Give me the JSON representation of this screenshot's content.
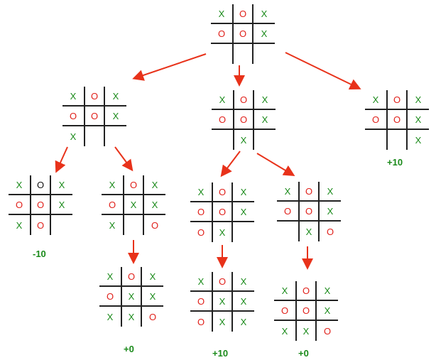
{
  "colors": {
    "x": "#1a8a1a",
    "o": "#e0201a",
    "arrow": "#e8321a",
    "o_black": "#111111"
  },
  "boards": [
    {
      "id": "root",
      "cells": [
        "X",
        "O",
        "X",
        "O",
        "O",
        "X",
        "",
        "",
        ""
      ]
    },
    {
      "id": "l1",
      "cells": [
        "X",
        "O",
        "X",
        "O",
        "O",
        "X",
        "X",
        "",
        ""
      ]
    },
    {
      "id": "m1",
      "cells": [
        "X",
        "O",
        "X",
        "O",
        "O",
        "X",
        "",
        "X",
        ""
      ]
    },
    {
      "id": "r1",
      "cells": [
        "X",
        "O",
        "X",
        "O",
        "O",
        "X",
        "",
        "",
        "X"
      ]
    },
    {
      "id": "l2a",
      "cells": [
        "X",
        "O",
        "X",
        "O",
        "O",
        "X",
        "X",
        "O",
        ""
      ],
      "black_cells": [
        1
      ]
    },
    {
      "id": "l2b",
      "cells": [
        "X",
        "O",
        "X",
        "O",
        "X",
        "X",
        "X",
        "",
        "O"
      ]
    },
    {
      "id": "m2a",
      "cells": [
        "X",
        "O",
        "X",
        "O",
        "O",
        "X",
        "O",
        "X",
        ""
      ]
    },
    {
      "id": "m2b",
      "cells": [
        "X",
        "O",
        "X",
        "O",
        "O",
        "X",
        "",
        "X",
        "O"
      ]
    },
    {
      "id": "l3b",
      "cells": [
        "X",
        "O",
        "X",
        "O",
        "X",
        "X",
        "X",
        "X",
        "O"
      ]
    },
    {
      "id": "m3a",
      "cells": [
        "X",
        "O",
        "X",
        "O",
        "X",
        "X",
        "O",
        "X",
        "X"
      ]
    },
    {
      "id": "m3b",
      "cells": [
        "X",
        "O",
        "X",
        "O",
        "O",
        "X",
        "X",
        "X",
        "O"
      ]
    }
  ],
  "scores": {
    "l2a": "-10",
    "r1": "+10",
    "l3b": "+0",
    "m3a": "+10",
    "m3b": "+0"
  }
}
